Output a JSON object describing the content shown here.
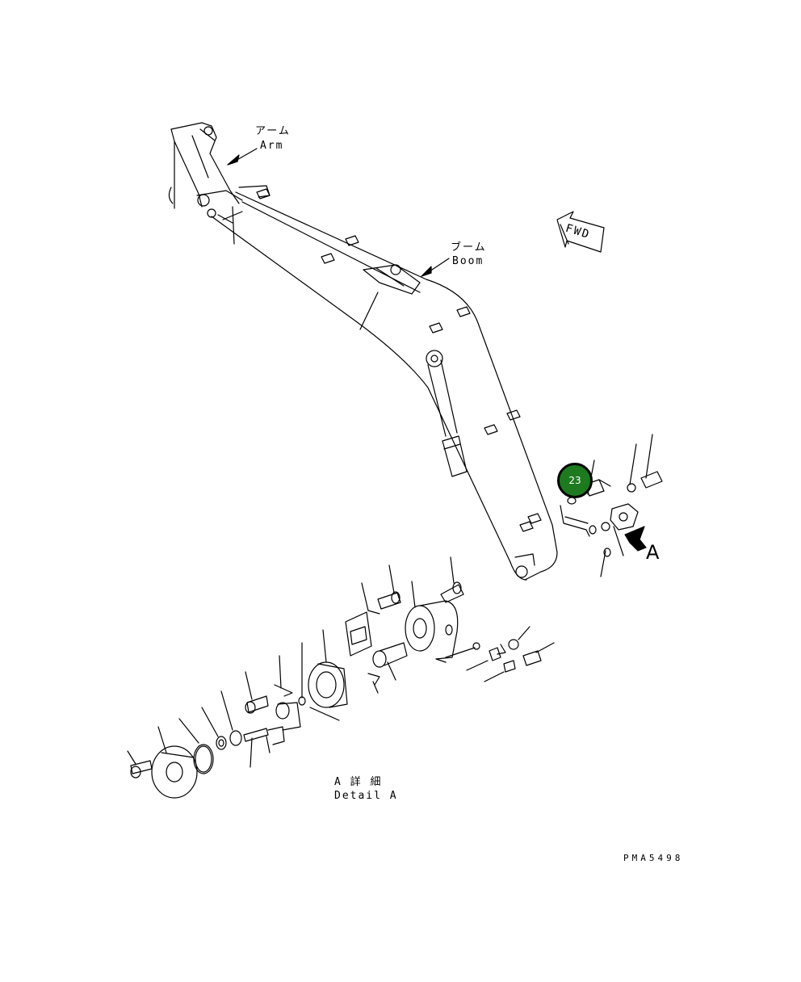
{
  "labels": {
    "arm_jp": "アーム",
    "arm_en": "Arm",
    "boom_jp": "ブーム",
    "boom_en": "Boom",
    "fwd": "FWD",
    "view_letter": "A",
    "detail_jp": "A 詳 細",
    "detail_en": "Detail A",
    "drawing_code": "PMA5498"
  },
  "callouts": [
    {
      "number": "23",
      "color": "#1e7a1e"
    }
  ]
}
